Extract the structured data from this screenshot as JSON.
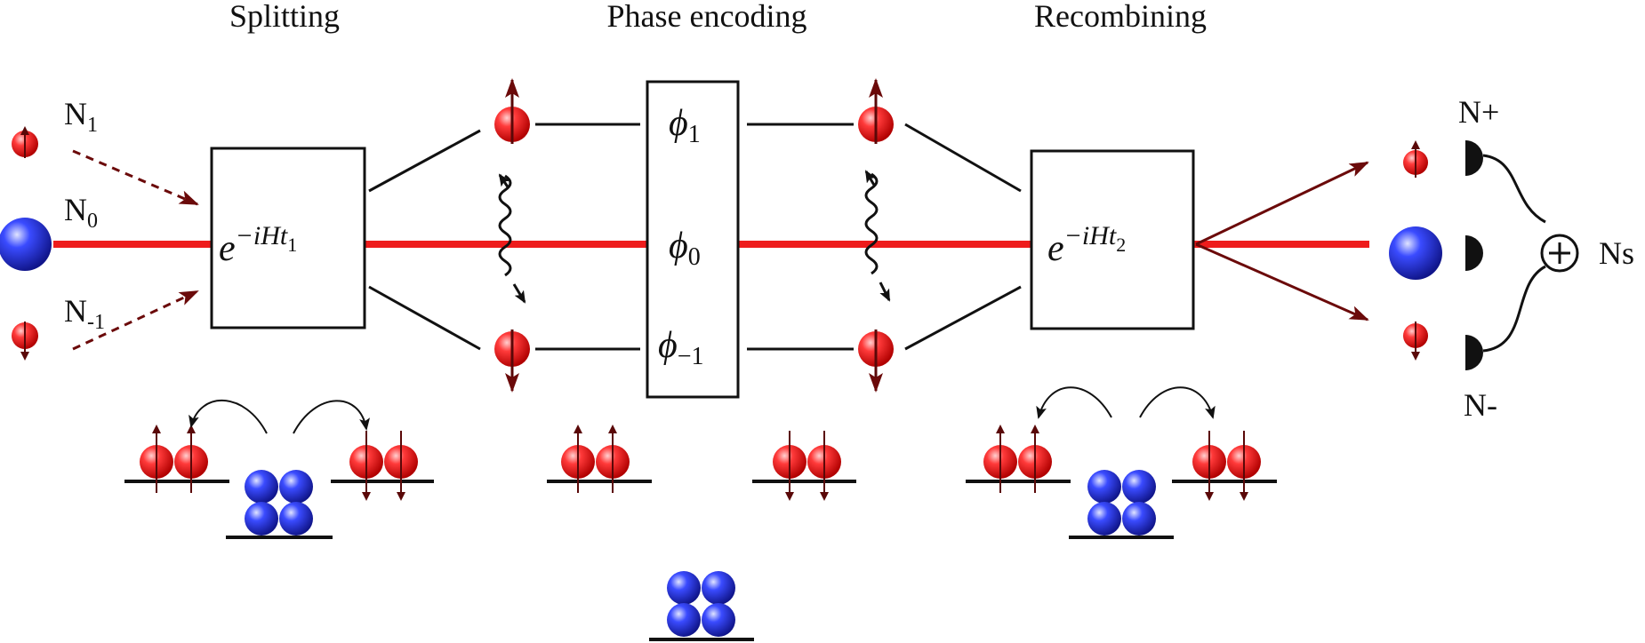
{
  "stages": {
    "splitting": "Splitting",
    "phase_encoding": "Phase encoding",
    "recombining": "Recombining"
  },
  "inputs": {
    "n1_main": "N",
    "n1_sub": "1",
    "n0_main": "N",
    "n0_sub": "0",
    "nm1_main": "N",
    "nm1_sub": "-1"
  },
  "operators": {
    "split_base": "e",
    "split_exp": "−iHt",
    "split_exp_sub": "1",
    "recomb_base": "e",
    "recomb_exp": "−iHt",
    "recomb_exp_sub": "2"
  },
  "phases": {
    "phi": "ϕ",
    "phi1_sub": "1",
    "phi0_sub": "0",
    "phim1_sub": "−1"
  },
  "detectors": {
    "n_plus": "N+",
    "n_minus": "N-",
    "n_sum": "Ns",
    "sum_symbol": "⊕"
  },
  "colors": {
    "beam": "#ee1c1c",
    "spin_atom": "#ff2a2a",
    "condensate_atom": "#2f3ff0",
    "arrow_dark": "#6b0a0a",
    "ink": "#111111"
  }
}
